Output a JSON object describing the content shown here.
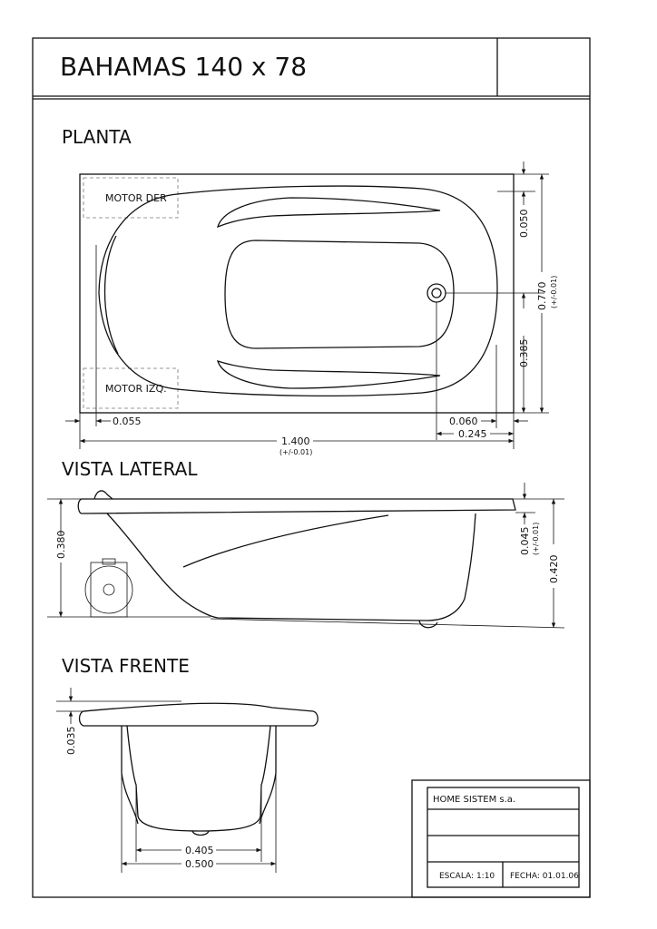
{
  "title": "BAHAMAS 140 x 78",
  "sections": {
    "planta": "PLANTA",
    "lateral": "VISTA LATERAL",
    "frente": "VISTA FRENTE"
  },
  "labels": {
    "motor_der": "MOTOR DER",
    "motor_izq": "MOTOR IZQ."
  },
  "dimensions": {
    "planta": {
      "left_offset": "0.055",
      "width": "1.400",
      "width_tol": "(+/-0.01)",
      "drain_offset": "0.060",
      "drain_x": "0.245",
      "top_rim": "0.050",
      "depth": "0.770",
      "depth_tol": "(+/-0.01)",
      "drain_y": "0.385"
    },
    "lateral": {
      "height_left": "0.380",
      "rim": "0.045",
      "rim_tol": "(+/-0.01)",
      "height_right": "0.420"
    },
    "frente": {
      "rim": "0.035",
      "inner_width": "0.405",
      "outer_width": "0.500"
    }
  },
  "title_block": {
    "company": "HOME SISTEM s.a.",
    "scale": "ESCALA: 1:10",
    "date": "FECHA: 01.01.06"
  }
}
